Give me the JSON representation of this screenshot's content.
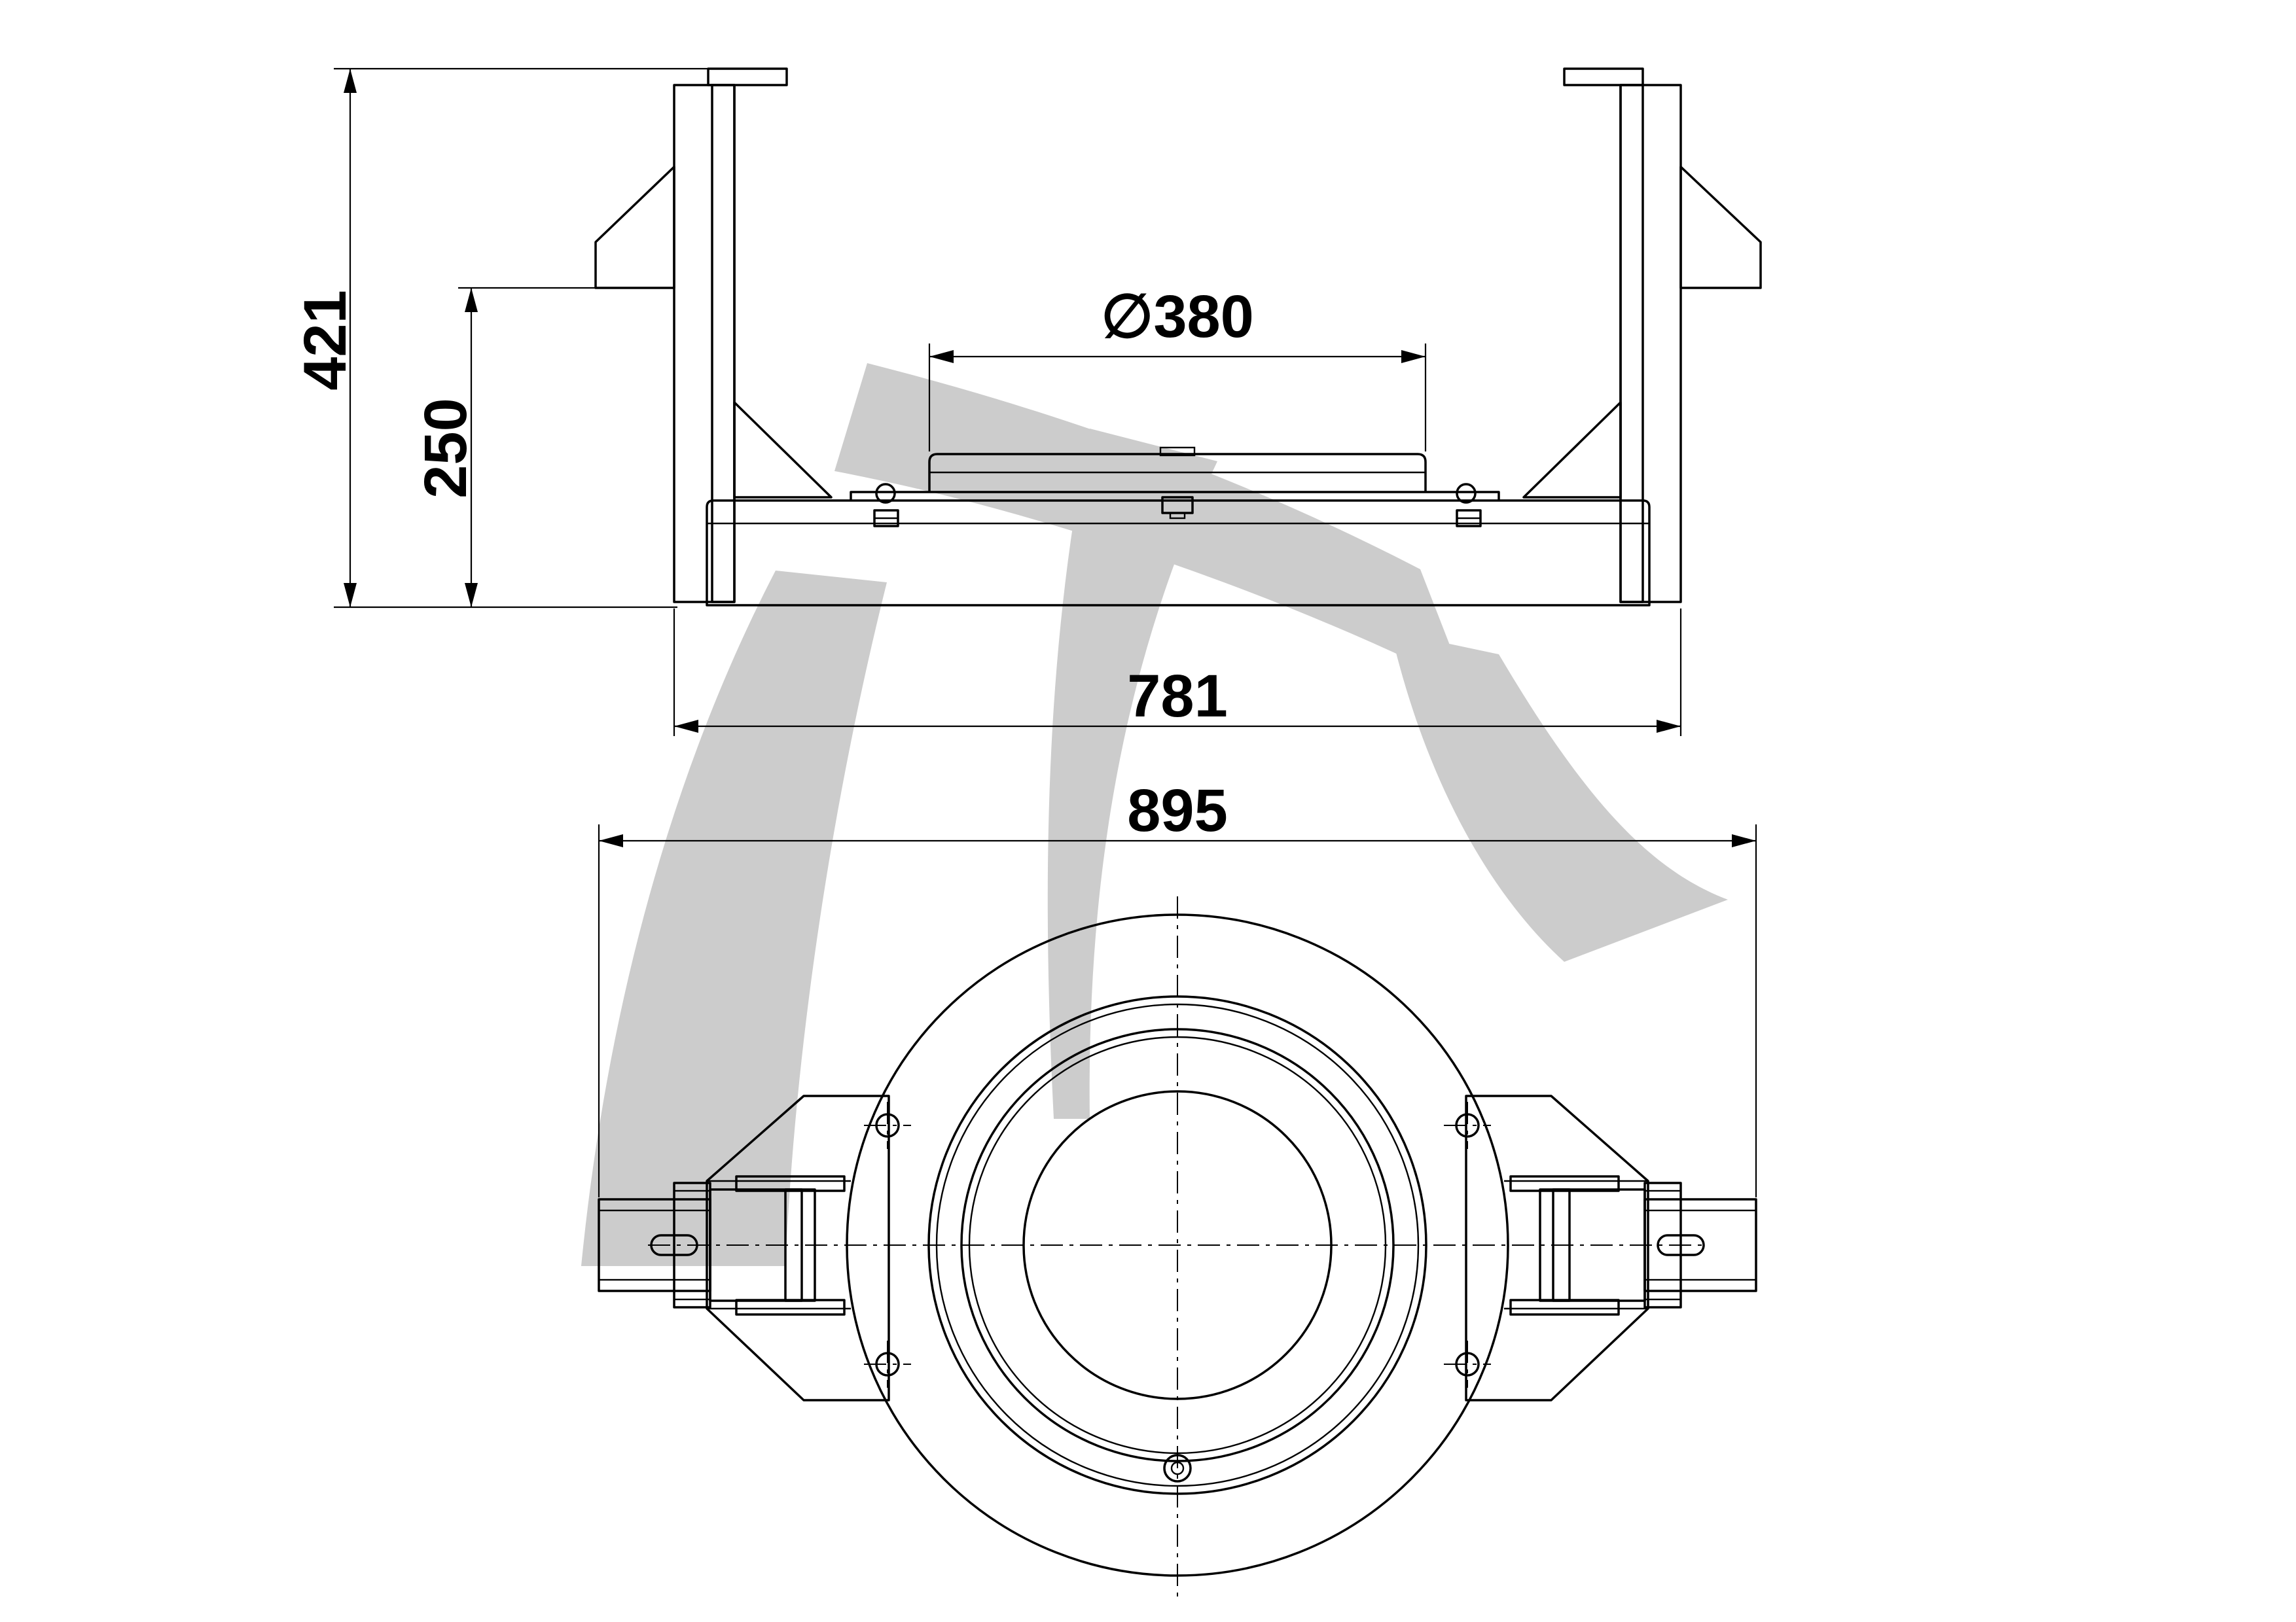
{
  "dimensions": {
    "diameter": "∅380",
    "height_total": "421",
    "height_lower": "250",
    "width_inner": "781",
    "width_total": "895"
  },
  "colors": {
    "line": "#000000",
    "watermark": "#cccccc",
    "background": "#ffffff"
  }
}
